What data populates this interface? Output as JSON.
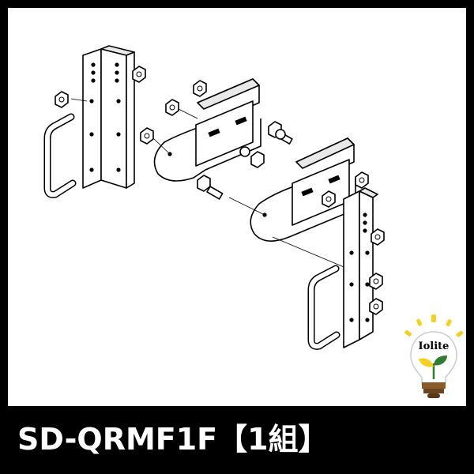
{
  "product": {
    "model": "SD-QRMF1F",
    "quantity_note": "【1組】"
  },
  "brand": {
    "logo_text": "Iolite"
  },
  "colors": {
    "background": "#000000",
    "panel": "#ffffff",
    "logo_yellow": "#f5d020",
    "logo_green": "#2e7d32",
    "logo_brown": "#8a5a2b"
  },
  "icons": [
    "mounting-bracket-diagram",
    "lightbulb-logo-icon"
  ]
}
